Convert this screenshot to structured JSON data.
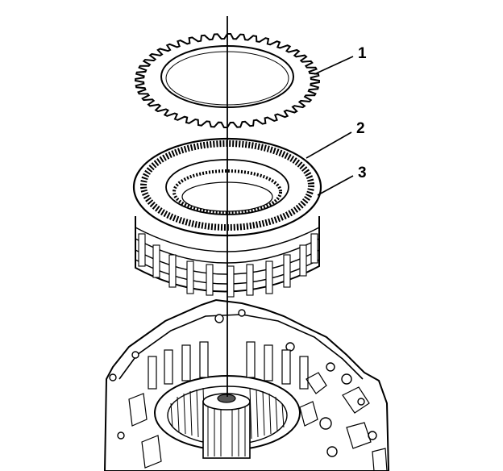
{
  "callouts": [
    {
      "number": "1",
      "part": "plate-1"
    },
    {
      "number": "2",
      "part": "plate-2"
    },
    {
      "number": "3",
      "part": "plate-3"
    }
  ],
  "colors": {
    "ink": "#000000",
    "paper": "#ffffff",
    "shade": "#555555"
  }
}
